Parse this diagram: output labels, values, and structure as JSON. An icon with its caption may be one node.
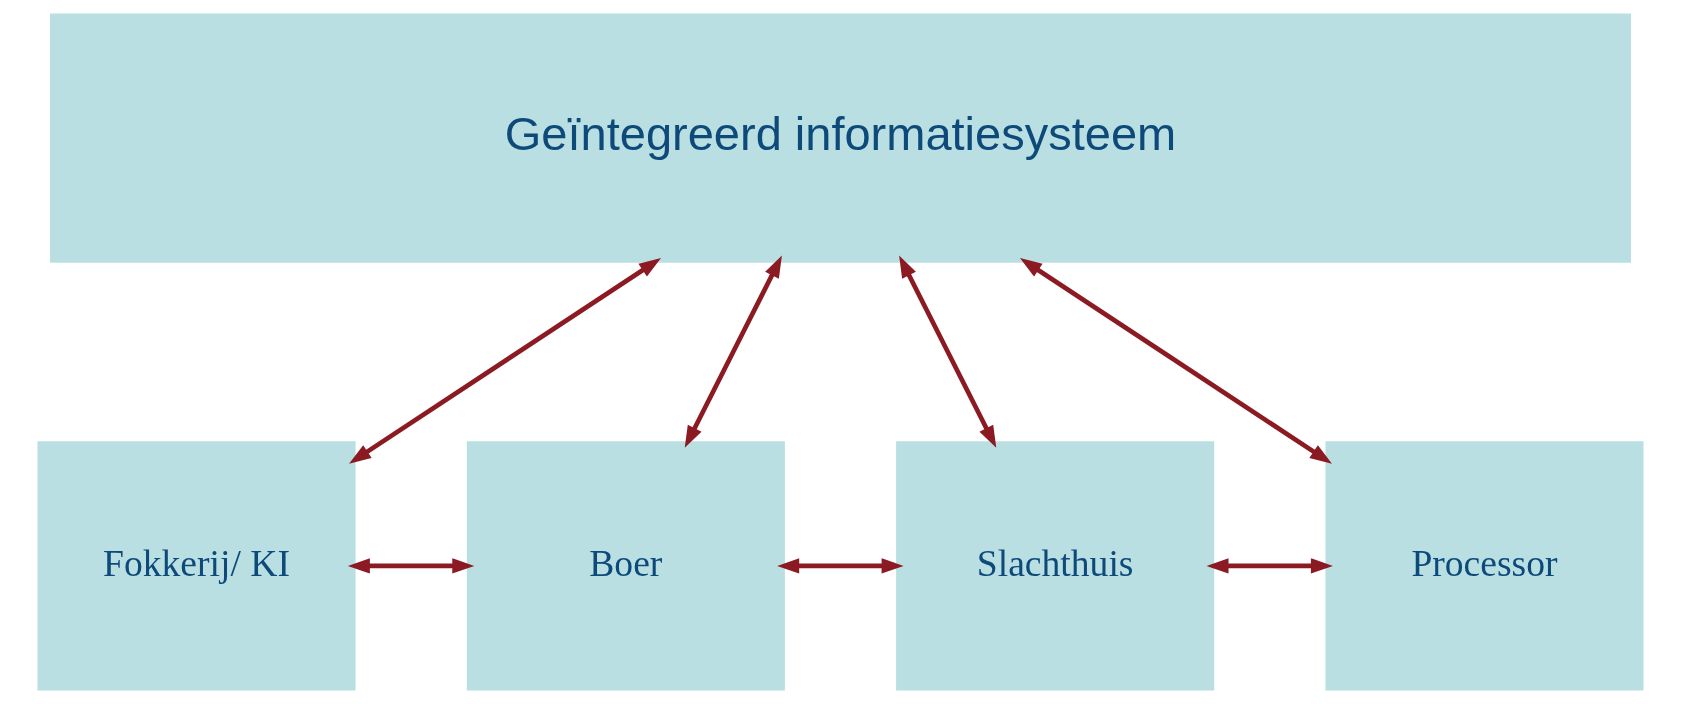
{
  "diagram": {
    "nodes": [
      {
        "text": [
          "Geïntegreerd informatiesysteem"
        ]
      },
      {
        "text": [
          "Fokkerij/ KI"
        ]
      },
      {
        "text": [
          "Boer"
        ]
      },
      {
        "text": [
          "Slachthuis"
        ]
      },
      {
        "text": [
          "Processor"
        ]
      }
    ],
    "edges": [
      {
        "from": 0,
        "to": 1,
        "arrow": "both"
      },
      {
        "from": 0,
        "to": 2,
        "arrow": "both"
      },
      {
        "from": 0,
        "to": 3,
        "arrow": "both"
      },
      {
        "from": 0,
        "to": 4,
        "arrow": "both"
      },
      {
        "from": 1,
        "to": 2,
        "arrow": "both"
      },
      {
        "from": 2,
        "to": 3,
        "arrow": "both"
      },
      {
        "from": 3,
        "to": 4,
        "arrow": "both"
      }
    ]
  }
}
